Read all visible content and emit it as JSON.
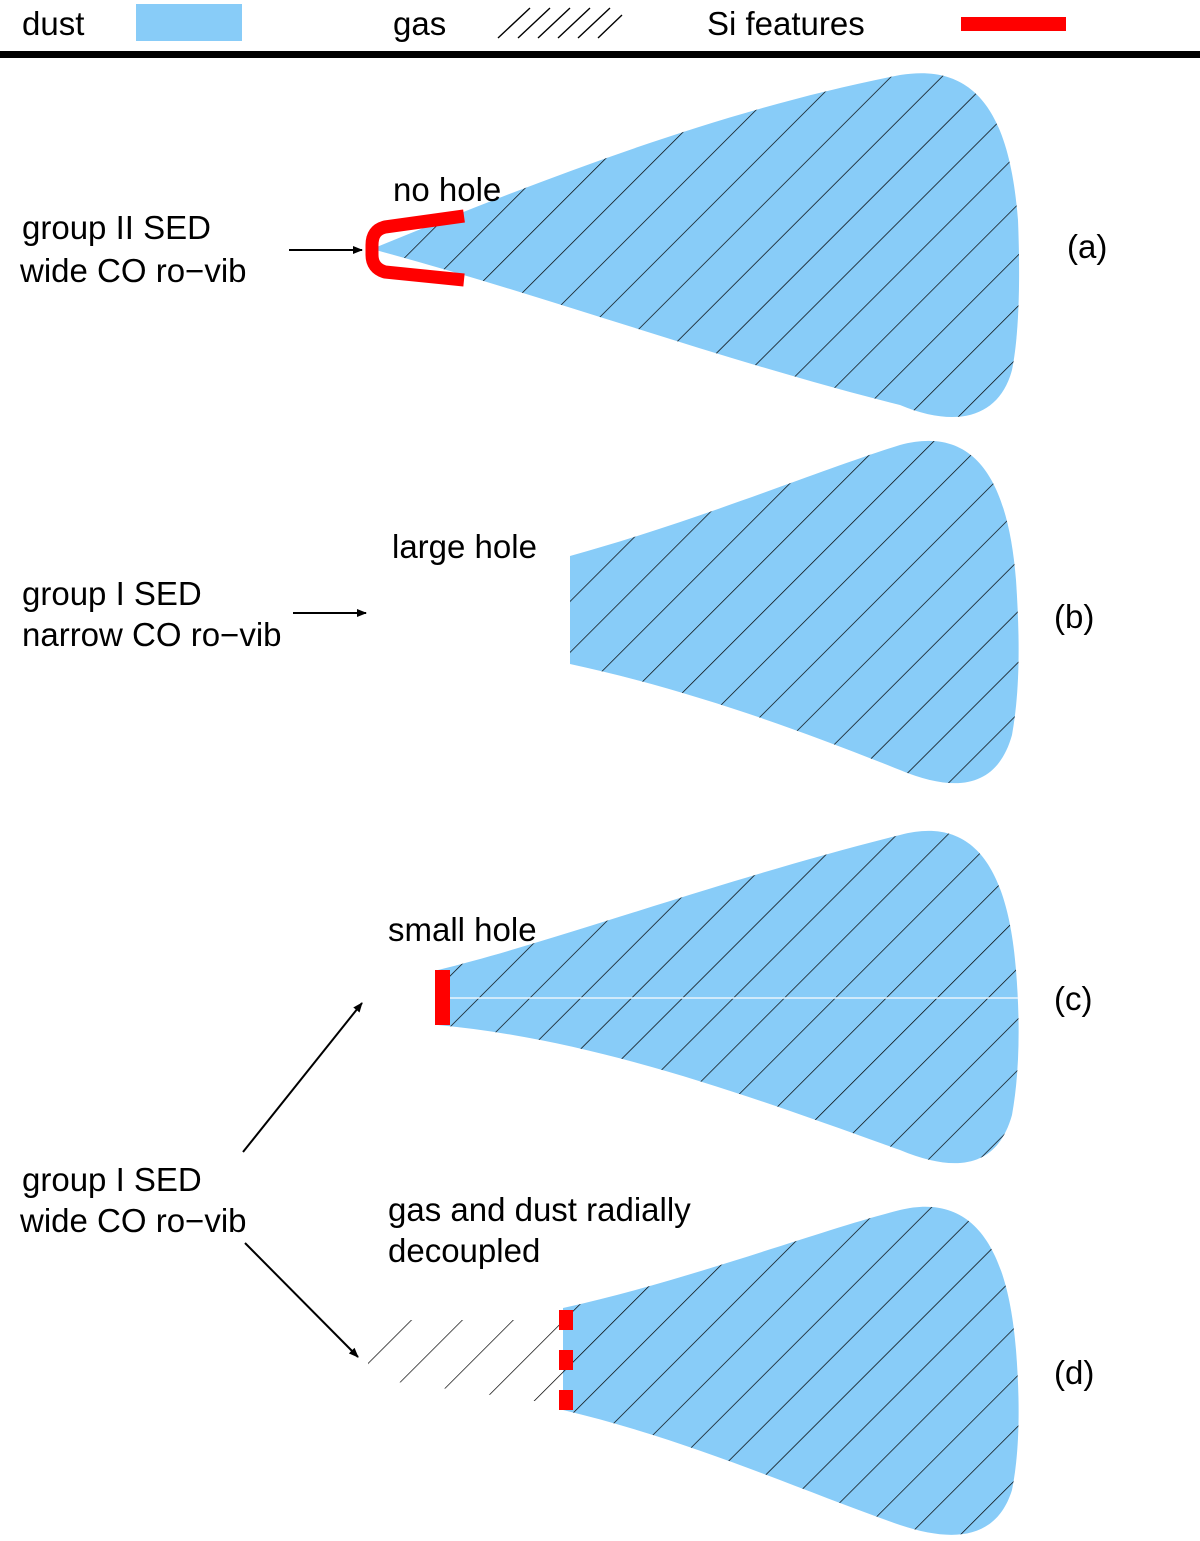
{
  "legend": {
    "dust_label": "dust",
    "gas_label": "gas",
    "si_label": "Si features"
  },
  "panels": [
    {
      "id": "a",
      "tag": "(a)",
      "note": "no hole"
    },
    {
      "id": "b",
      "tag": "(b)",
      "note": "large hole"
    },
    {
      "id": "c",
      "tag": "(c)",
      "note": "small hole"
    },
    {
      "id": "d",
      "tag": "(d)",
      "note_line1": "gas and dust radially",
      "note_line2": "decoupled"
    }
  ],
  "groups": [
    {
      "line1": "group II SED",
      "line2": "wide CO ro−vib"
    },
    {
      "line1": "group I SED",
      "line2": "narrow CO ro−vib"
    },
    {
      "line1": "group I SED",
      "line2": "wide CO ro−vib"
    }
  ],
  "colors": {
    "dust": "#88ccf8",
    "si_features": "#ff0000",
    "gas_hatch": "#000000"
  }
}
